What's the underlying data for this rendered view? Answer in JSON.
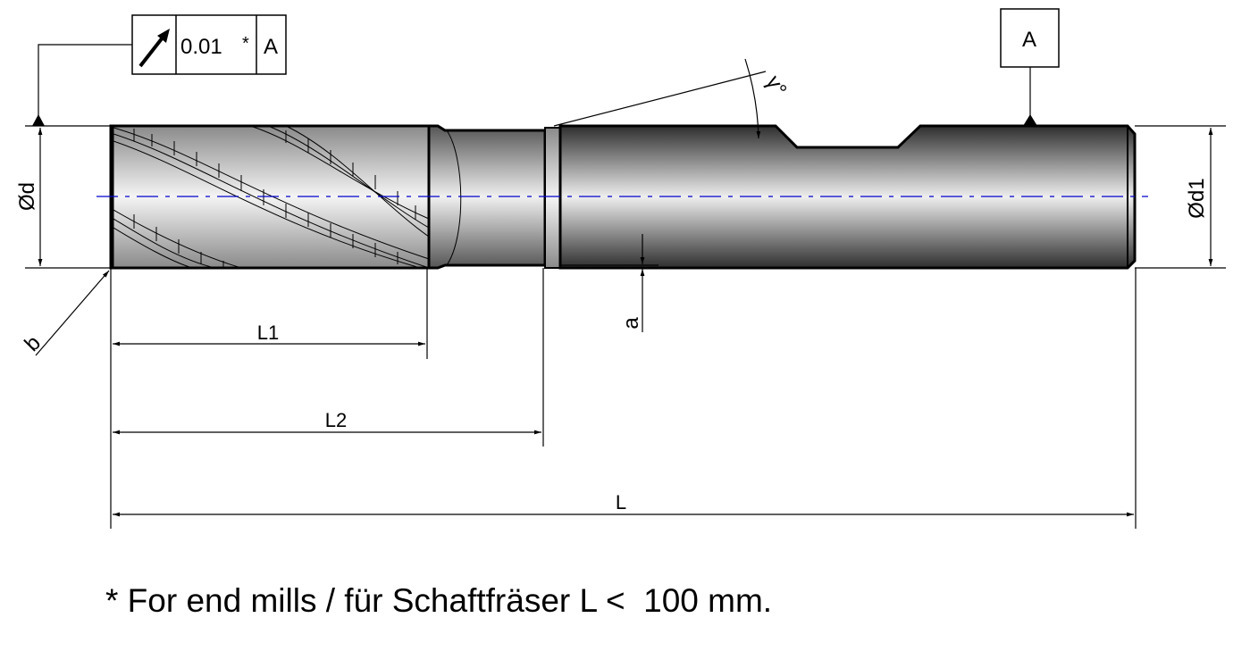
{
  "tolerance_frame": {
    "symbol": "circular-runout-arrow-icon",
    "value": "0.01",
    "note_mark": "*",
    "datum": "A"
  },
  "datum_box": {
    "label": "A"
  },
  "dimensions": {
    "diameter_d": "Ød",
    "diameter_d1": "Ød1",
    "chamfer_b": "b",
    "length_l1": "L1",
    "length_l2": "L2",
    "length_l": "L",
    "step_a": "a",
    "angle": "γ°"
  },
  "footnote": "* For end mills / für Schaftfräser L <  100 mm.",
  "colors": {
    "centerline": "#0000cc",
    "line": "#000000"
  }
}
